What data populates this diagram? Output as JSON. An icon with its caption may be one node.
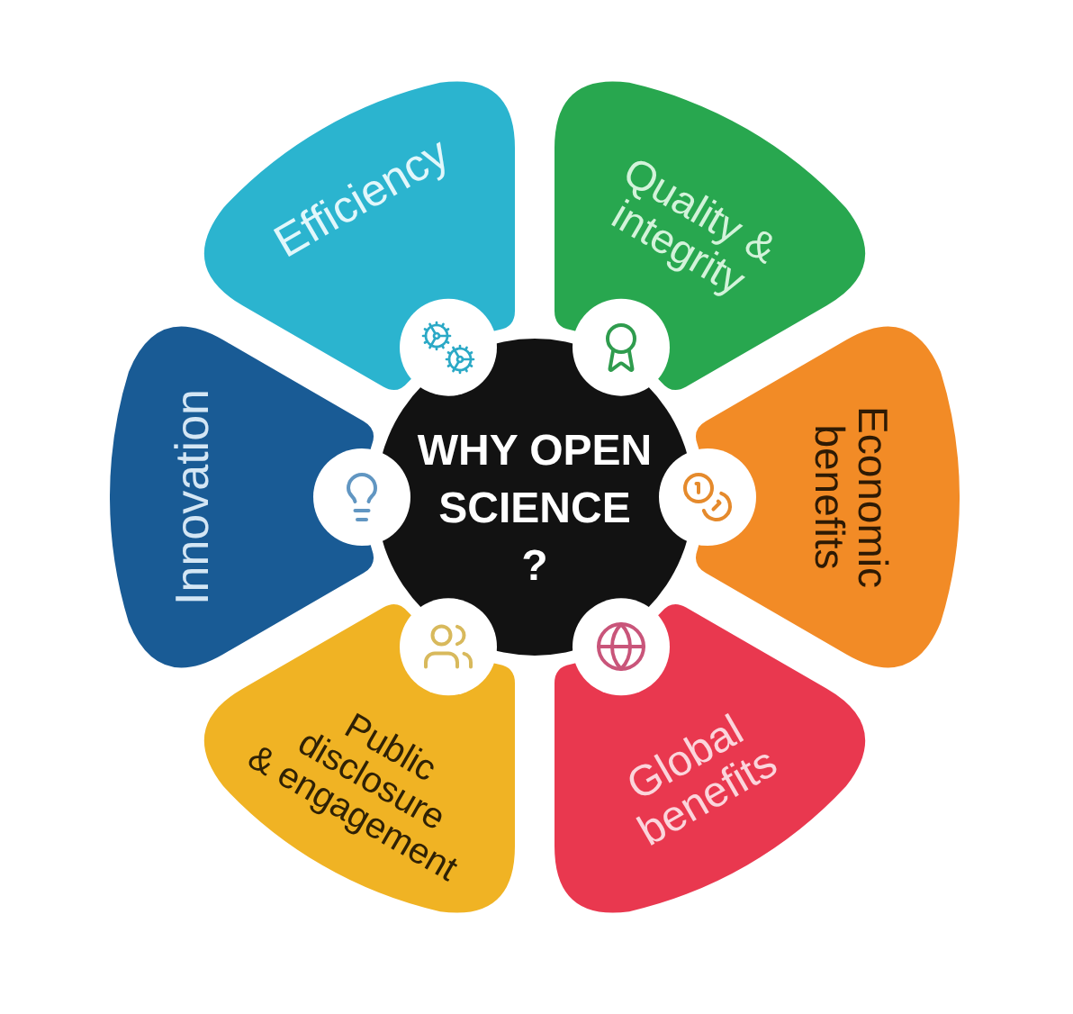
{
  "diagram": {
    "nodes": [
      {
        "text": [
          "WHY OPEN SCIENCE ?"
        ]
      },
      {
        "text": [
          "Efficiency"
        ]
      },
      {
        "text": [
          "Quality & integrity"
        ]
      },
      {
        "text": [
          "Economic benefits"
        ]
      },
      {
        "text": [
          "Global benefits"
        ]
      },
      {
        "text": [
          "Public disclosure & engagement"
        ]
      },
      {
        "text": [
          "Innovation"
        ]
      }
    ]
  }
}
